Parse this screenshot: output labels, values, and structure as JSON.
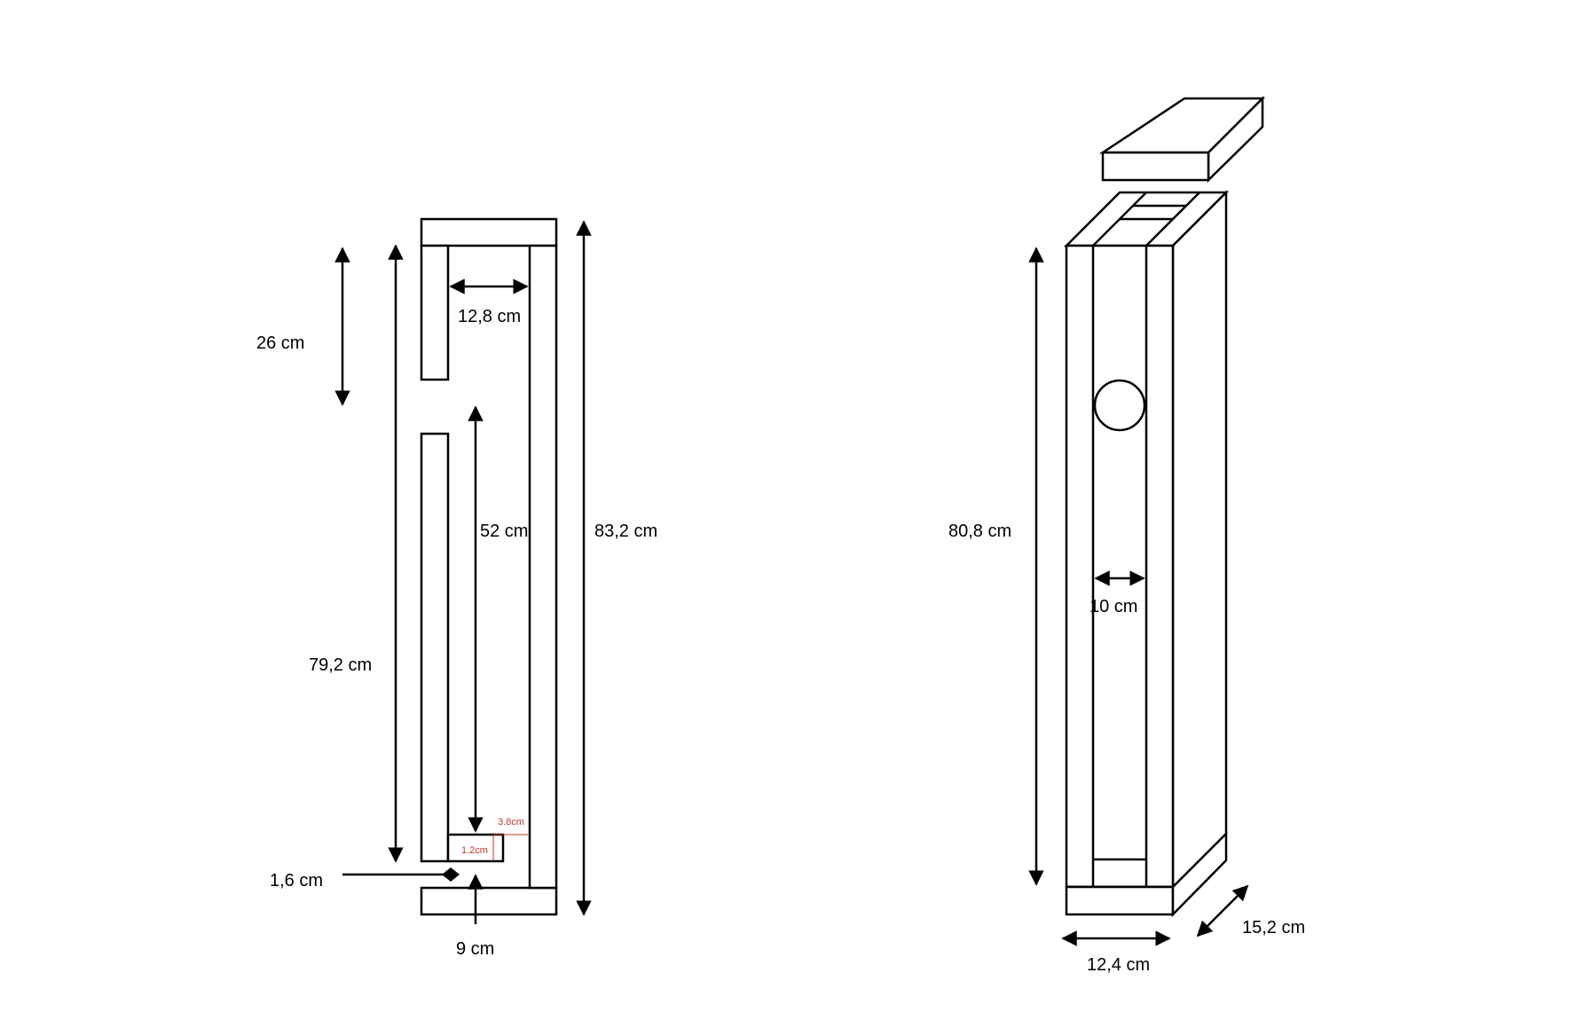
{
  "labels": {
    "d26": "26 cm",
    "d12_8": "12,8 cm",
    "d52": "52 cm",
    "d83_2": "83,2 cm",
    "d79_2": "79,2 cm",
    "d3_8": "3.8cm",
    "d1_2": "1.2cm",
    "d1_6": "1,6 cm",
    "d9": "9 cm",
    "d80_8": "80,8 cm",
    "d10": "10 cm",
    "d15_2": "15,2 cm",
    "d12_4": "12,4 cm"
  },
  "colors": {
    "line": "#000000",
    "annotation_red": "#c0392b",
    "background": "#ffffff"
  }
}
